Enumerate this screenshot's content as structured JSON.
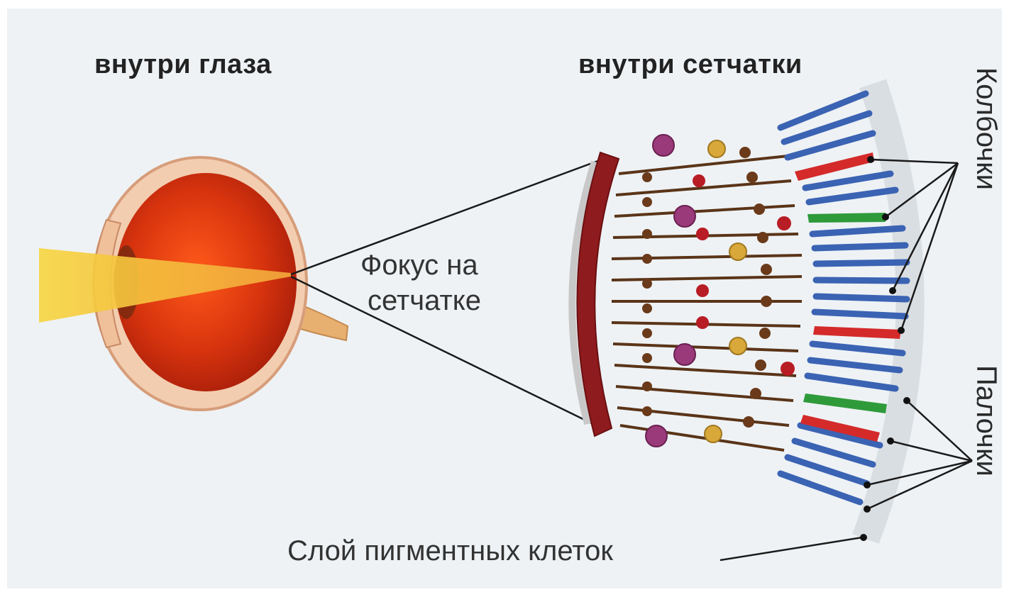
{
  "headings": {
    "eye": "внутри глаза",
    "retina": "внутри сетчатки"
  },
  "labels": {
    "focus_line1": "Фокус на",
    "focus_line2": "сетчатке",
    "cones": "Колбочки",
    "rods": "Палочки",
    "pigment_layer": "Слой пигментных клеток"
  },
  "colors": {
    "background": "#eef2f5",
    "eye_red": "#d23a12",
    "light_beam": "#f5d23a",
    "retina_wall": "#8e1b1e",
    "rod_blue": "#3b63b3",
    "cone_red": "#d42a2a",
    "cone_green": "#2f9a3a",
    "neuron_brown": "#5a3418",
    "neuron_purple": "#9a3a7a",
    "neuron_yellow": "#d9a83a"
  }
}
